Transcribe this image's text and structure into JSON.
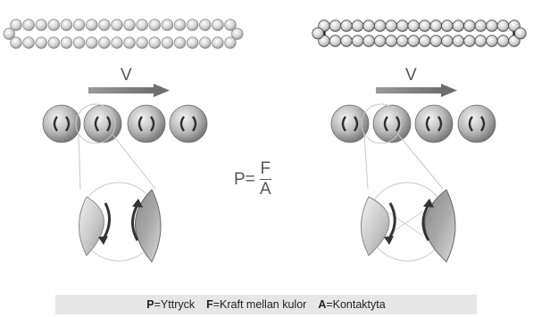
{
  "formula": {
    "lhs": "P=",
    "numerator": "F",
    "denominator": "A"
  },
  "velocity_label_left": "V",
  "velocity_label_right": "V",
  "legend": [
    {
      "symbol": "P",
      "text": "=Yttryck"
    },
    {
      "symbol": "F",
      "text": "=Kraft mellan kulor"
    },
    {
      "symbol": "A",
      "text": "=Kontaktyta"
    }
  ],
  "colors": {
    "arrow": "#8a8a8a",
    "ball_dark": "#7d7d7d",
    "ball_light": "#eeeeee",
    "chain_outline": "#333333",
    "legend_bg": "#e6e6e6"
  }
}
